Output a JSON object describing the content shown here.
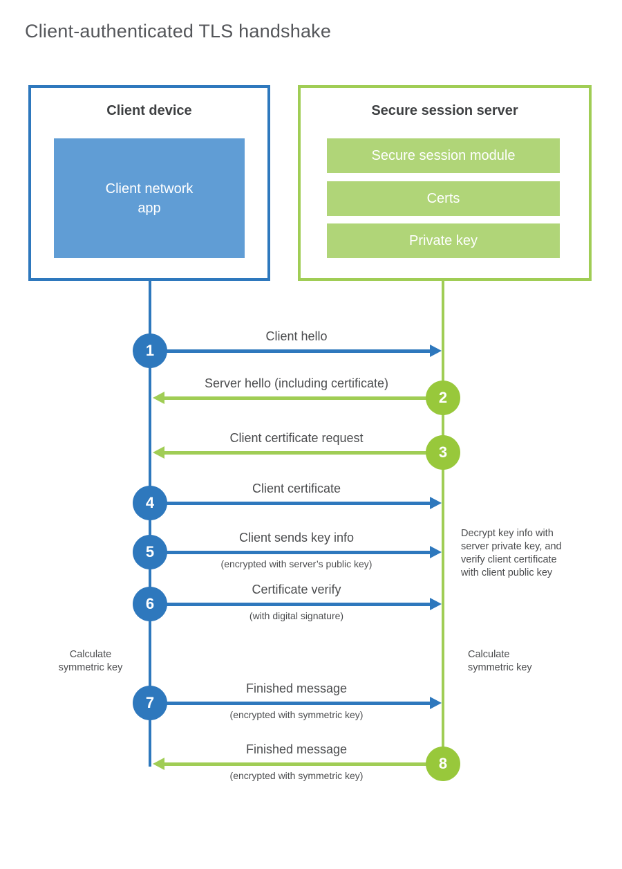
{
  "title": "Client-authenticated TLS handshake",
  "client_box": {
    "heading": "Client device",
    "app_label": "Client network app"
  },
  "server_box": {
    "heading": "Secure session server",
    "modules": [
      "Secure session module",
      "Certs",
      "Private key"
    ]
  },
  "steps": [
    {
      "number": "1",
      "from": "client",
      "label": "Client hello",
      "sublabel": ""
    },
    {
      "number": "2",
      "from": "server",
      "label": "Server hello (including certificate)",
      "sublabel": ""
    },
    {
      "number": "3",
      "from": "server",
      "label": "Client certificate request",
      "sublabel": ""
    },
    {
      "number": "4",
      "from": "client",
      "label": "Client certificate",
      "sublabel": ""
    },
    {
      "number": "5",
      "from": "client",
      "label": "Client sends key info",
      "sublabel": "(encrypted with server’s public key)"
    },
    {
      "number": "6",
      "from": "client",
      "label": "Certificate verify",
      "sublabel": "(with digital signature)"
    },
    {
      "number": "7",
      "from": "client",
      "label": "Finished message",
      "sublabel": "(encrypted with symmetric key)"
    },
    {
      "number": "8",
      "from": "server",
      "label": "Finished message",
      "sublabel": "(encrypted with symmetric key)"
    }
  ],
  "notes": {
    "decrypt": "Decrypt key info with server private key, and verify client certificate with client public key",
    "calc_left": "Calculate symmetric key",
    "calc_right": "Calculate symmetric key"
  },
  "colors": {
    "blue_line": "#2e78bd",
    "blue_fill": "#609dd5",
    "green_line": "#a0cd55",
    "green_circle": "#98c83b",
    "green_bar": "#b0d578"
  }
}
